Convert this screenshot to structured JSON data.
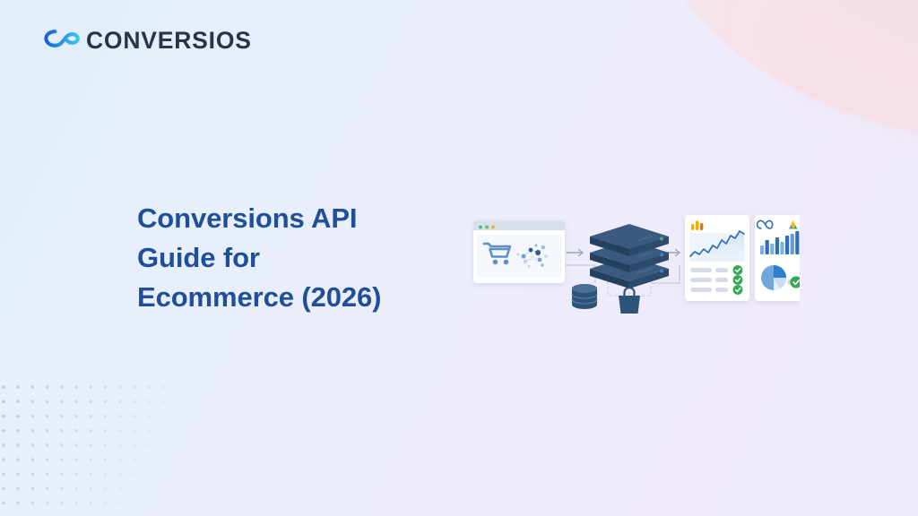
{
  "brand": {
    "name": "CONVERSIOS",
    "logo_icon": "infinity-loop-icon",
    "logo_gradient_from": "#1d63c8",
    "logo_gradient_to": "#35c6f0",
    "text_color": "#2b3445"
  },
  "headline": {
    "text": "Conversions API Guide for Ecommerce (2026)",
    "line1": "Conversions API",
    "line2": "Guide for",
    "line3": "Ecommerce (2026)",
    "color": "#1f4f99"
  },
  "background": {
    "gradient_from": "#e3eefb",
    "gradient_to": "#f1ecfb",
    "accent_blob_color": "#f6dfe6",
    "dot_grid_color": "#a9bace"
  },
  "illustration": {
    "name": "conversions-api-dataflow-diagram",
    "browser_window": {
      "name": "ecommerce-storefront-window",
      "dots": [
        "#5fbf72",
        "#5fbf72",
        "#e8b33c"
      ],
      "cart_icon": "shopping-cart-icon",
      "cart_color": "#5f8fc4",
      "data_nodes_icon": "data-nodes-cluster-icon",
      "node_colors": [
        "#2f5d92",
        "#7fa4cc",
        "#c3d4e6"
      ]
    },
    "server_stack": {
      "name": "server-stack-icon",
      "layers": 3,
      "color_top": "#3c5a80",
      "color_body": "#2d4a6d",
      "color_side": "#24405f",
      "status_lights": [
        "#4aa96c",
        "#3f7fd0",
        "#3f7fd0"
      ]
    },
    "database_icon": "database-cylinder-icon",
    "database_color": "#2f5278",
    "bag_icon": "shopping-bag-icon",
    "bag_color": "#2f5278",
    "arrows": [
      "arrow-right-icon",
      "arrow-right-icon"
    ],
    "arrow_color": "#9aa7b8",
    "analytics_card": {
      "name": "analytics-report-card",
      "badge_icon": "google-analytics-icon",
      "badge_colors": [
        "#f9ab00",
        "#e8710a"
      ],
      "chart_icon": "line-chart-icon",
      "line_color": "#2f6fb5",
      "area_color": "#dce9f7",
      "rows": 3,
      "check_icon": "check-circle-icon",
      "check_color": "#34a853",
      "placeholder_color": "#d5dce5"
    },
    "ads_card": {
      "name": "ad-platforms-card",
      "meta_icon": "meta-infinity-icon",
      "meta_color": "#2f6fb5",
      "google_ads_icon": "google-ads-icon",
      "google_ads_colors": [
        "#fbbc04",
        "#34a853",
        "#4285f4"
      ],
      "bar_chart_icon": "bar-chart-icon",
      "bar_colors": [
        "#7fb0e0",
        "#2f6fb5"
      ],
      "bar_values": [
        28,
        46,
        34,
        58,
        42,
        66,
        74,
        86,
        100
      ],
      "pie_icon": "pie-chart-icon",
      "pie_colors": [
        "#2f7fd0",
        "#6fa8dc",
        "#c9dcf0"
      ],
      "check_icon": "check-circle-icon",
      "check_color": "#34a853"
    }
  }
}
